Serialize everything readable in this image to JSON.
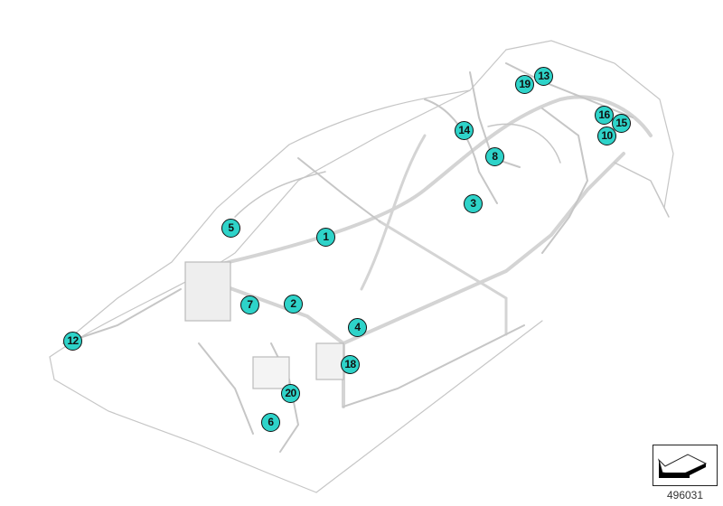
{
  "diagram": {
    "title_hidden": null,
    "callout_color": "#2ed3c9",
    "wire_color": "#c8c8c8",
    "callouts": [
      "1",
      "2",
      "3",
      "4",
      "5",
      "6",
      "7",
      "8",
      "10",
      "12",
      "13",
      "14",
      "15",
      "16",
      "18",
      "19",
      "20"
    ],
    "image_number": "496031",
    "orientation_icon": "arrow-pointing-front-left-icon"
  }
}
